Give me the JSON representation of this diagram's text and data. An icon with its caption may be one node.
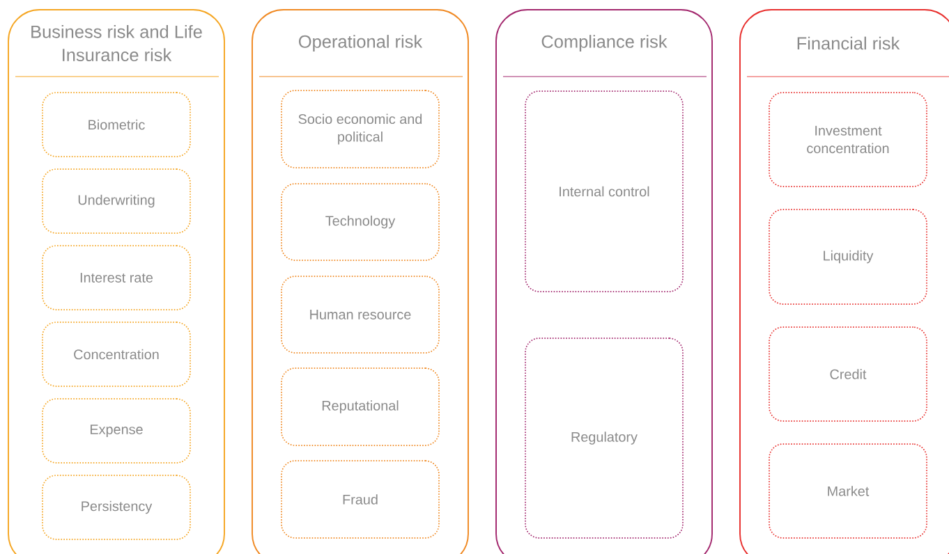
{
  "diagram": {
    "nodes": [
      {
        "text": [
          "Business risk and Life Insurance risk"
        ]
      },
      {
        "text": [
          "Biometric"
        ],
        "in": 0
      },
      {
        "text": [
          "Underwriting"
        ],
        "in": 0
      },
      {
        "text": [
          "Interest rate"
        ],
        "in": 0
      },
      {
        "text": [
          "Concentration"
        ],
        "in": 0
      },
      {
        "text": [
          "Expense"
        ],
        "in": 0
      },
      {
        "text": [
          "Persistency"
        ],
        "in": 0
      },
      {
        "text": [
          "Operational risk"
        ]
      },
      {
        "text": [
          "Socio economic and political"
        ],
        "in": 7
      },
      {
        "text": [
          "Technology"
        ],
        "in": 7
      },
      {
        "text": [
          "Human resource"
        ],
        "in": 7
      },
      {
        "text": [
          "Reputational"
        ],
        "in": 7
      },
      {
        "text": [
          "Fraud"
        ],
        "in": 7
      },
      {
        "text": [
          "Compliance risk"
        ]
      },
      {
        "text": [
          "Internal control"
        ],
        "in": 13
      },
      {
        "text": [
          "Regulatory"
        ],
        "in": 13
      },
      {
        "text": [
          "Financial risk"
        ]
      },
      {
        "text": [
          "Investment concentration"
        ],
        "in": 16
      },
      {
        "text": [
          "Liquidity"
        ],
        "in": 16
      },
      {
        "text": [
          "Credit"
        ],
        "in": 16
      },
      {
        "text": [
          "Market"
        ],
        "in": 16
      }
    ]
  }
}
